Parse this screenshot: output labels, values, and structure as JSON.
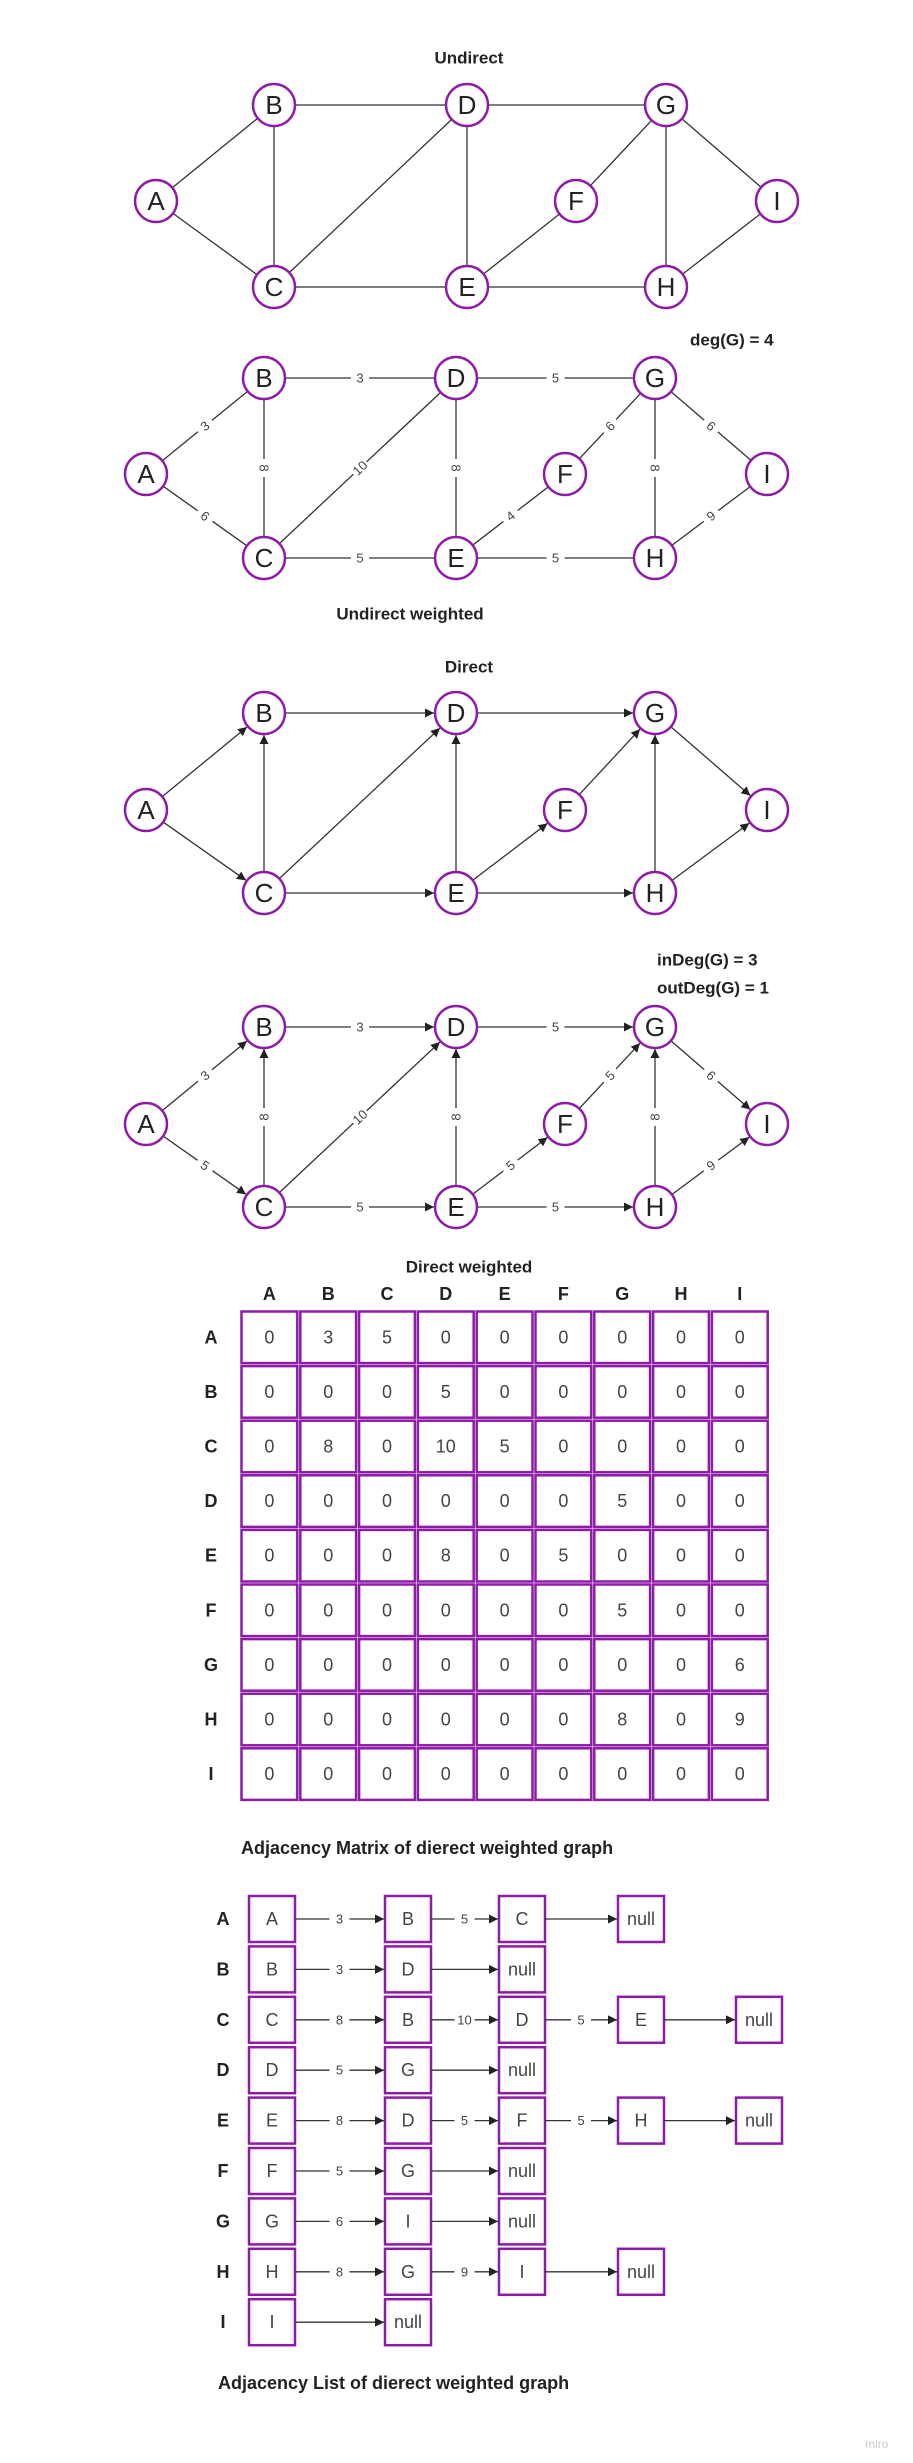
{
  "graphs": [
    {
      "id": "undirected",
      "title": "Undirect",
      "directed": false,
      "weighted": false,
      "nodes": [
        "A",
        "B",
        "C",
        "D",
        "E",
        "F",
        "G",
        "H",
        "I"
      ],
      "edges": [
        [
          "A",
          "B"
        ],
        [
          "A",
          "C"
        ],
        [
          "B",
          "D"
        ],
        [
          "B",
          "C"
        ],
        [
          "C",
          "D"
        ],
        [
          "C",
          "E"
        ],
        [
          "D",
          "E"
        ],
        [
          "D",
          "G"
        ],
        [
          "E",
          "F"
        ],
        [
          "F",
          "G"
        ],
        [
          "G",
          "H"
        ],
        [
          "G",
          "I"
        ],
        [
          "E",
          "H"
        ],
        [
          "H",
          "I"
        ]
      ]
    },
    {
      "id": "undirected-weighted",
      "title": "Undirect weighted",
      "stat_lines": [
        "deg(G) = 4"
      ],
      "directed": false,
      "weighted": true,
      "nodes": [
        "A",
        "B",
        "C",
        "D",
        "E",
        "F",
        "G",
        "H",
        "I"
      ],
      "edges": [
        [
          "A",
          "B",
          "3"
        ],
        [
          "A",
          "C",
          "6"
        ],
        [
          "B",
          "D",
          "3"
        ],
        [
          "B",
          "C",
          "8"
        ],
        [
          "C",
          "D",
          "10"
        ],
        [
          "C",
          "E",
          "5"
        ],
        [
          "D",
          "E",
          "8"
        ],
        [
          "D",
          "G",
          "5"
        ],
        [
          "E",
          "F",
          "4"
        ],
        [
          "F",
          "G",
          "6"
        ],
        [
          "G",
          "H",
          "8"
        ],
        [
          "G",
          "I",
          "6"
        ],
        [
          "E",
          "H",
          "5"
        ],
        [
          "H",
          "I",
          "9"
        ]
      ]
    },
    {
      "id": "directed",
      "title": "Direct",
      "directed": true,
      "weighted": false,
      "nodes": [
        "A",
        "B",
        "C",
        "D",
        "E",
        "F",
        "G",
        "H",
        "I"
      ],
      "edges": [
        [
          "A",
          "B"
        ],
        [
          "A",
          "C"
        ],
        [
          "B",
          "D"
        ],
        [
          "C",
          "B"
        ],
        [
          "C",
          "D"
        ],
        [
          "C",
          "E"
        ],
        [
          "E",
          "D"
        ],
        [
          "D",
          "G"
        ],
        [
          "E",
          "F"
        ],
        [
          "F",
          "G"
        ],
        [
          "H",
          "G"
        ],
        [
          "G",
          "I"
        ],
        [
          "E",
          "H"
        ],
        [
          "H",
          "I"
        ]
      ]
    },
    {
      "id": "directed-weighted",
      "title": "Direct weighted",
      "stat_lines": [
        "inDeg(G) = 3",
        "outDeg(G) = 1"
      ],
      "directed": true,
      "weighted": true,
      "nodes": [
        "A",
        "B",
        "C",
        "D",
        "E",
        "F",
        "G",
        "H",
        "I"
      ],
      "edges": [
        [
          "A",
          "B",
          "3"
        ],
        [
          "A",
          "C",
          "5"
        ],
        [
          "B",
          "D",
          "3"
        ],
        [
          "C",
          "B",
          "8"
        ],
        [
          "C",
          "D",
          "10"
        ],
        [
          "C",
          "E",
          "5"
        ],
        [
          "E",
          "D",
          "8"
        ],
        [
          "D",
          "G",
          "5"
        ],
        [
          "E",
          "F",
          "5"
        ],
        [
          "F",
          "G",
          "5"
        ],
        [
          "H",
          "G",
          "8"
        ],
        [
          "G",
          "I",
          "6"
        ],
        [
          "E",
          "H",
          "5"
        ],
        [
          "H",
          "I",
          "9"
        ]
      ]
    }
  ],
  "matrix": {
    "caption": "Adjacency Matrix of dierect weighted graph",
    "col_headers": [
      "A",
      "B",
      "C",
      "D",
      "E",
      "F",
      "G",
      "H",
      "I"
    ],
    "row_headers": [
      "A",
      "B",
      "C",
      "D",
      "E",
      "F",
      "G",
      "H",
      "I"
    ],
    "rows": [
      [
        "0",
        "3",
        "5",
        "0",
        "0",
        "0",
        "0",
        "0",
        "0"
      ],
      [
        "0",
        "0",
        "0",
        "5",
        "0",
        "0",
        "0",
        "0",
        "0"
      ],
      [
        "0",
        "8",
        "0",
        "10",
        "5",
        "0",
        "0",
        "0",
        "0"
      ],
      [
        "0",
        "0",
        "0",
        "0",
        "0",
        "0",
        "5",
        "0",
        "0"
      ],
      [
        "0",
        "0",
        "0",
        "8",
        "0",
        "5",
        "0",
        "0",
        "0"
      ],
      [
        "0",
        "0",
        "0",
        "0",
        "0",
        "0",
        "5",
        "0",
        "0"
      ],
      [
        "0",
        "0",
        "0",
        "0",
        "0",
        "0",
        "0",
        "0",
        "6"
      ],
      [
        "0",
        "0",
        "0",
        "0",
        "0",
        "0",
        "8",
        "0",
        "9"
      ],
      [
        "0",
        "0",
        "0",
        "0",
        "0",
        "0",
        "0",
        "0",
        "0"
      ]
    ]
  },
  "adjacency_list": {
    "caption": "Adjacency List of dierect weighted graph",
    "rows": [
      {
        "label": "A",
        "cells": [
          "A",
          "B",
          "C",
          "null"
        ],
        "weights": [
          "3",
          "5",
          ""
        ]
      },
      {
        "label": "B",
        "cells": [
          "B",
          "D",
          "null"
        ],
        "weights": [
          "3",
          ""
        ]
      },
      {
        "label": "C",
        "cells": [
          "C",
          "B",
          "D",
          "E",
          "null"
        ],
        "weights": [
          "8",
          "10",
          "5",
          ""
        ]
      },
      {
        "label": "D",
        "cells": [
          "D",
          "G",
          "null"
        ],
        "weights": [
          "5",
          ""
        ]
      },
      {
        "label": "E",
        "cells": [
          "E",
          "D",
          "F",
          "H",
          "null"
        ],
        "weights": [
          "8",
          "5",
          "5",
          ""
        ]
      },
      {
        "label": "F",
        "cells": [
          "F",
          "G",
          "null"
        ],
        "weights": [
          "5",
          ""
        ]
      },
      {
        "label": "G",
        "cells": [
          "G",
          "I",
          "null"
        ],
        "weights": [
          "6",
          ""
        ]
      },
      {
        "label": "H",
        "cells": [
          "H",
          "G",
          "I",
          "null"
        ],
        "weights": [
          "8",
          "9",
          ""
        ]
      },
      {
        "label": "I",
        "cells": [
          "I",
          "null"
        ],
        "weights": [
          ""
        ]
      }
    ]
  },
  "watermark": "miro",
  "colors": {
    "accent": "#8e1aa8",
    "edge": "#333333",
    "text": "#222222"
  }
}
